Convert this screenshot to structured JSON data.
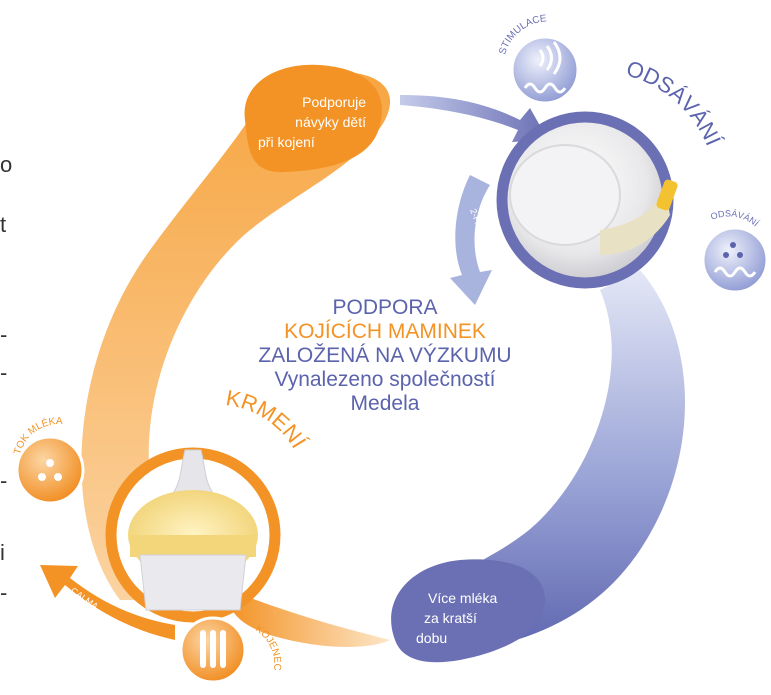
{
  "center": {
    "line1": "PODPORA",
    "line2": "KOJÍCÍCH MAMINEK",
    "line3": "ZALOŽENÁ NA VÝZKUMU",
    "line4": "Vynalezeno společností",
    "line5": "Medela"
  },
  "pumping": {
    "title": "ODSÁVÁNÍ",
    "badge_stimulation": "STIMULACE",
    "badge_expression": "ODSÁVÁNÍ",
    "arrow_label": "2-FÁZOVÉ"
  },
  "feeding": {
    "title": "KRMENÍ",
    "badge_milk_flow": "TOK MLÉKA",
    "badge_feeding": "KOJENEC",
    "arrow_label": "CALMA"
  },
  "orange_blob": {
    "line1": "Podporuje",
    "line2": "návyky dětí",
    "line3": "při kojení"
  },
  "blue_blob": {
    "line1": "Více mléka",
    "line2": "za kratší",
    "line3": "dobu"
  },
  "edge_fragments": [
    "o",
    "t",
    "-",
    "-",
    "-",
    "i",
    "-"
  ],
  "colors": {
    "orange": "#f39325",
    "blue": "#6b70b4",
    "light_blue": "#a9b4de",
    "center_blue": "#5c63ad"
  }
}
